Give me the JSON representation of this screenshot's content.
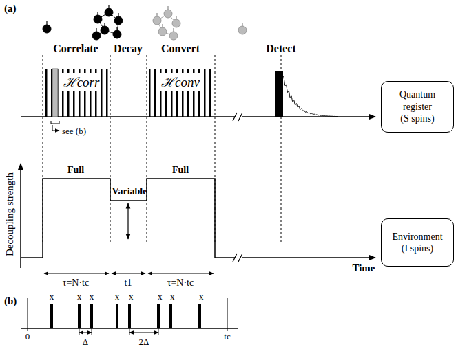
{
  "diagram": {
    "nodes": [
      {
        "text": [
          "Quantum register",
          "(S spins)"
        ]
      },
      {
        "text": [
          "Environment",
          "(I spins)"
        ]
      }
    ],
    "labels": [
      "(a)",
      "Correlate",
      "Decay",
      "Convert",
      "Detect",
      "ℋcorr",
      "see (b)",
      "ℋconv",
      "Decoupling strength",
      "Full",
      "Variable",
      "Full",
      "τ=N·tc",
      "t1",
      "τ=N·tc",
      "Time",
      "(b)",
      "x",
      "x",
      "x",
      "x",
      "-x",
      "-x",
      "-x",
      "-x",
      "0",
      "Δ",
      "2Δ",
      "tc"
    ]
  }
}
